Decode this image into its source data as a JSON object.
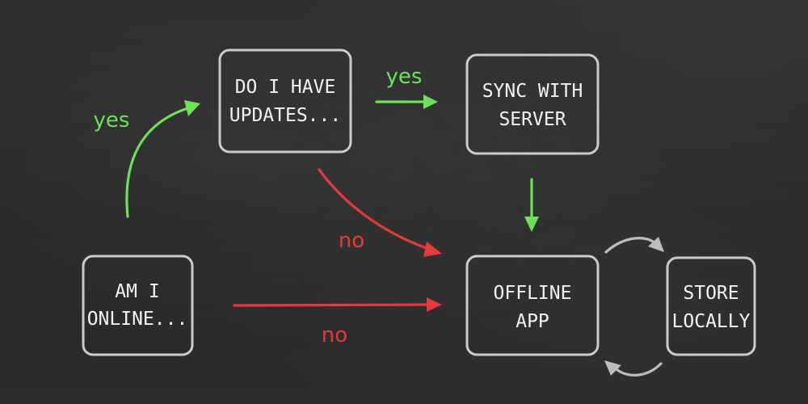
{
  "nodes": {
    "online": [
      "AM I",
      "ONLINE..."
    ],
    "updates": [
      "DO I HAVE",
      "UPDATES..."
    ],
    "sync": [
      "SYNC WITH",
      "SERVER"
    ],
    "offline": [
      "OFFLINE",
      "APP"
    ],
    "store": [
      "STORE",
      "LOCALLY"
    ]
  },
  "edges": {
    "online_to_updates": "yes",
    "updates_to_sync": "yes",
    "updates_to_offline": "no",
    "online_to_offline": "no"
  },
  "colors": {
    "yes": "#6fe05a",
    "no": "#e43a3a",
    "neutral": "#bdbdbd",
    "chalk": "#f2f2f2"
  }
}
